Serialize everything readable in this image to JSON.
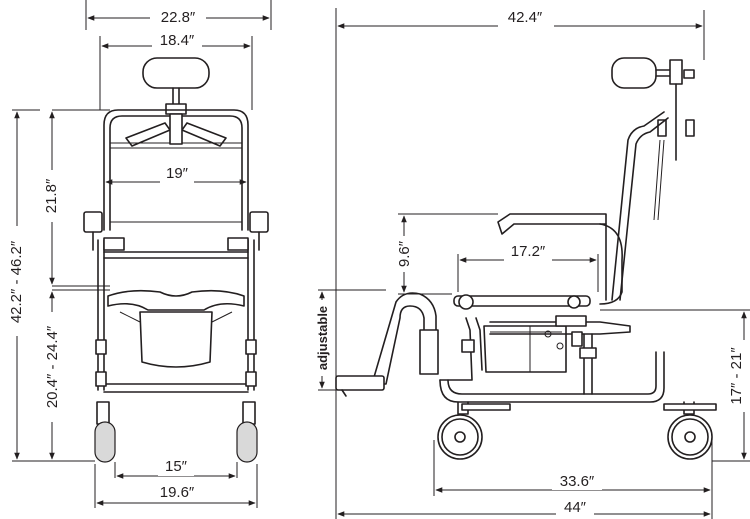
{
  "front_view": {
    "overall_width": "22.8″",
    "seat_width": "18.4″",
    "back_width": "19″",
    "back_height": "21.8″",
    "total_height": "42.2″ - 46.2″",
    "seat_height": "20.4″ - 24.4″",
    "wheel_inner": "15″",
    "wheel_outer": "19.6″"
  },
  "side_view": {
    "overall_length": "42.4″",
    "arm_height": "9.6″",
    "seat_depth": "17.2″",
    "footrest_label": "adjustable",
    "floor_seat": "17″ - 21″",
    "wheelbase": "33.6″",
    "total_length": "44″"
  }
}
